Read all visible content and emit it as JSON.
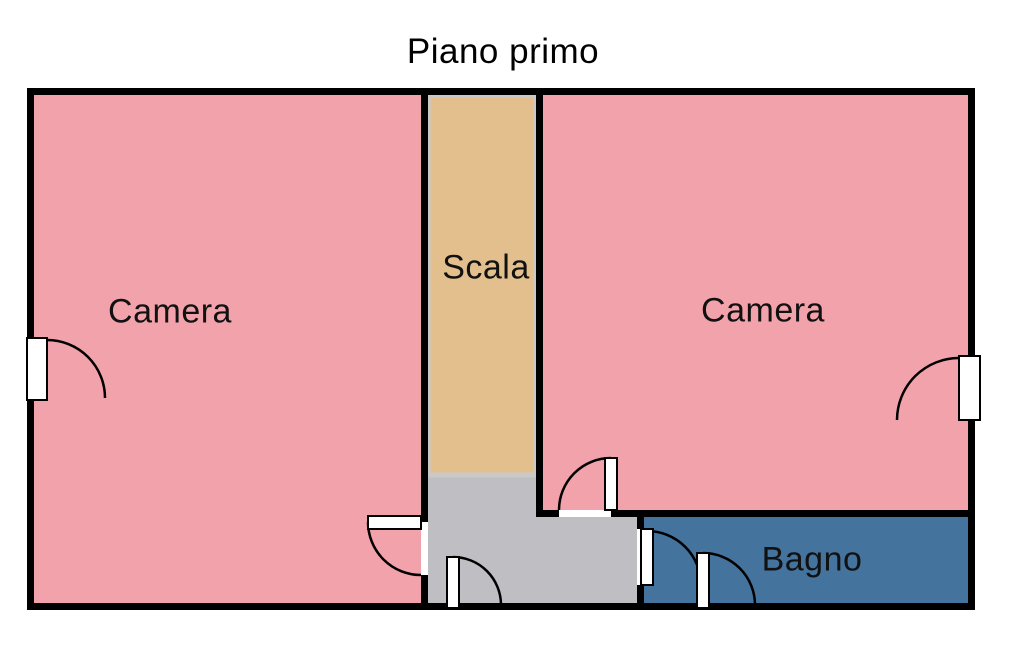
{
  "title": "Piano primo",
  "rooms": [
    {
      "id": "camera-left",
      "label": "Camera"
    },
    {
      "id": "scala",
      "label": "Scala"
    },
    {
      "id": "camera-right",
      "label": "Camera"
    },
    {
      "id": "bagno",
      "label": "Bagno"
    }
  ],
  "colors": {
    "room_pink": "#f2a2aa",
    "stairs_tan": "#e2bf8d",
    "hall_gray": "#bfbfc3",
    "bagno_blue": "#44739e",
    "wall_black": "#000000",
    "stairs_edge": "#c9c9c9",
    "door_white": "#ffffff"
  }
}
